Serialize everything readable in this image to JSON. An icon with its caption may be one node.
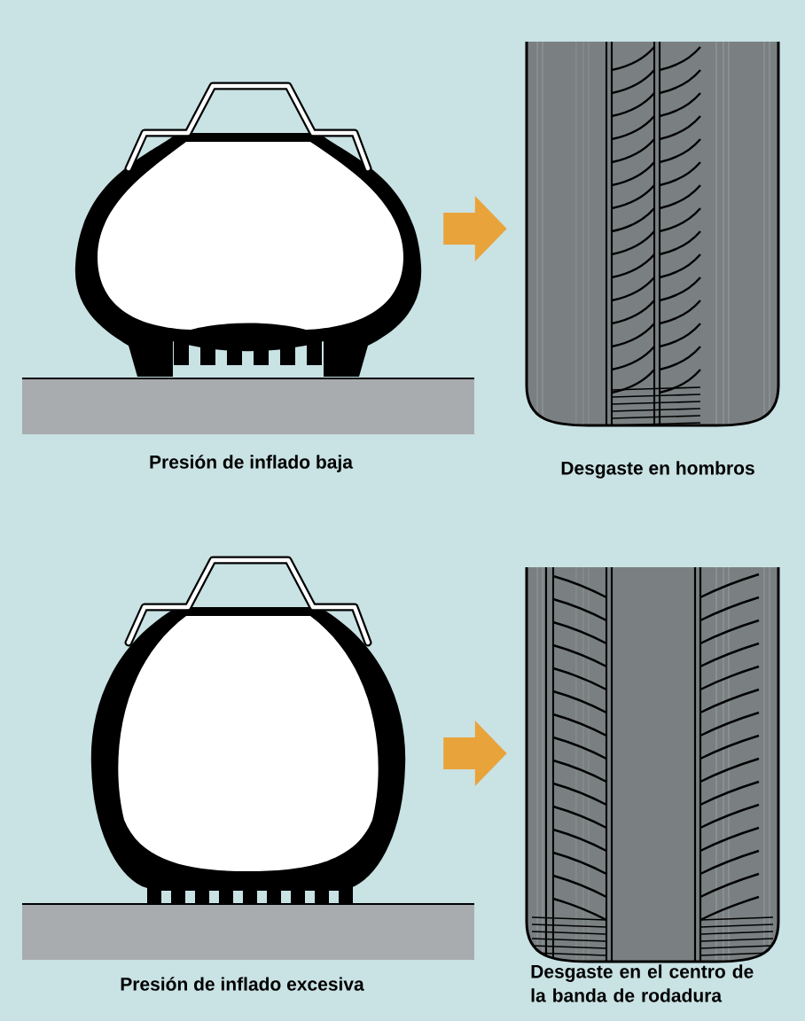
{
  "diagram": {
    "nodes": [
      {
        "text": [],
        "shape": "picture"
      },
      {
        "text": [],
        "shape": "picture"
      },
      {
        "text": [],
        "shape": "picture"
      },
      {
        "text": [],
        "shape": "picture"
      }
    ],
    "edges": [
      {
        "from": 0,
        "to": 1,
        "arrow": "to",
        "color": "#e9a33b"
      },
      {
        "from": 2,
        "to": 3,
        "arrow": "to",
        "color": "#e9a33b"
      }
    ],
    "labels": [
      "Presión de inflado baja",
      "Desgaste en hombros",
      "Presión de inflado excesiva",
      "Desgaste en el centro de la banda de rodadura"
    ]
  }
}
